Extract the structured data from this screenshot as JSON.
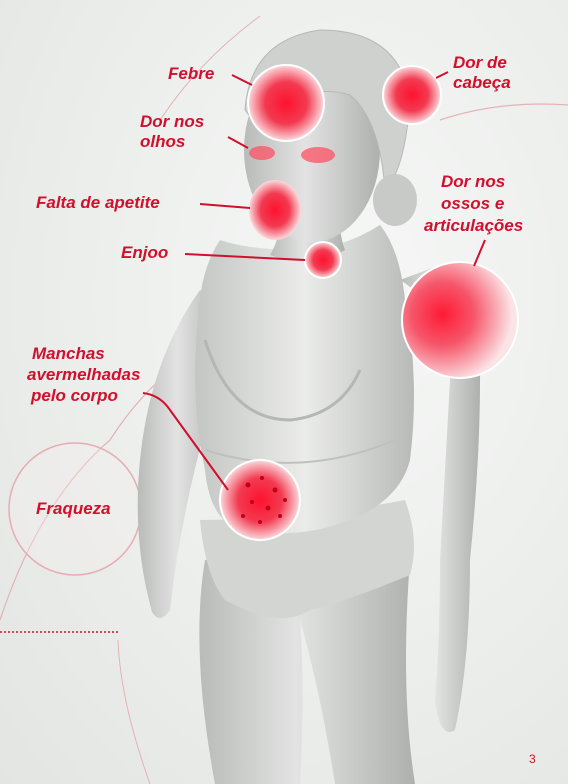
{
  "symptoms": {
    "febre": "Febre",
    "dor_cabeca_l1": "Dor de",
    "dor_cabeca_l2": "cabeça",
    "dor_olhos_l1": "Dor nos",
    "dor_olhos_l2": "olhos",
    "falta_apetite": "Falta de apetite",
    "dor_ossos_l1": "Dor nos",
    "dor_ossos_l2": "ossos e",
    "dor_ossos_l3": "articulações",
    "enjoo": "Enjoo",
    "manchas_l1": "Manchas",
    "manchas_l2": "avermelhadas",
    "manchas_l3": "pelo corpo",
    "fraqueza": "Fraqueza"
  },
  "page_number": "3",
  "colors": {
    "accent": "#d0102c",
    "ring": "#e4b2b7",
    "skin": "#c9cbc9"
  }
}
